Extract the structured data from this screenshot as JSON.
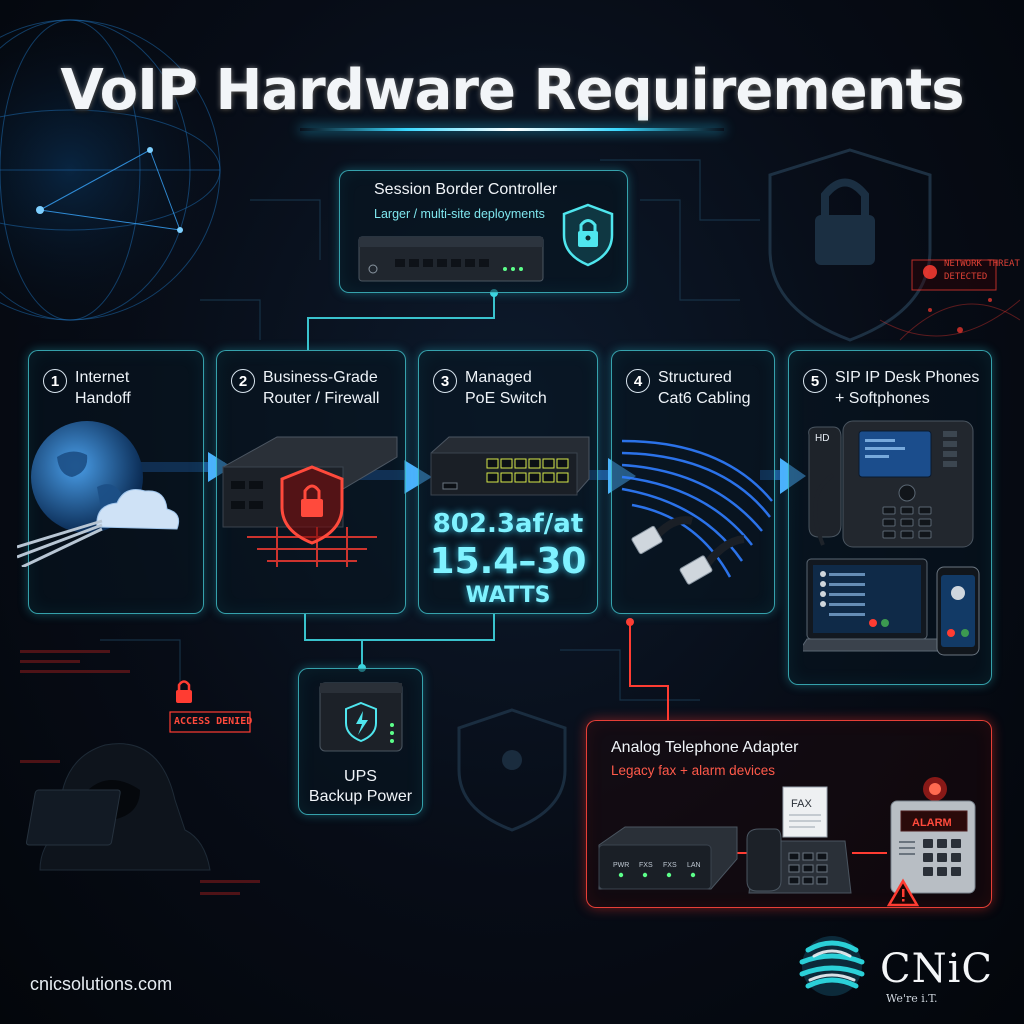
{
  "title": "VoIP Hardware Requirements",
  "sbc": {
    "title": "Session Border Controller",
    "subtitle": "Larger / multi-site deployments"
  },
  "steps": [
    {
      "number": "1",
      "label": "Internet\nHandoff"
    },
    {
      "number": "2",
      "label": "Business-Grade\nRouter / Firewall"
    },
    {
      "number": "3",
      "label": "Managed\nPoE Switch"
    },
    {
      "number": "4",
      "label": "Structured\nCat6 Cabling"
    },
    {
      "number": "5",
      "label": "SIP IP Desk Phones\n+ Softphones"
    }
  ],
  "poe": {
    "standard": "802.3af/at",
    "range": "15.4–30",
    "unit": "WATTS"
  },
  "ups": {
    "line1": "UPS",
    "line2": "Backup Power"
  },
  "ata": {
    "title": "Analog Telephone Adapter",
    "subtitle": "Legacy fax + alarm devices",
    "device_leds": [
      "PWR",
      "FXS",
      "FXS",
      "LAN"
    ],
    "fax_label": "FAX",
    "alarm_label": "ALARM"
  },
  "phone_badge": "HD",
  "decor": {
    "threat": "NETWORK THREAT\nDETECTED",
    "access_denied": "ACCESS DENIED"
  },
  "footer": {
    "url": "cnicsolutions.com",
    "brand": "CNiC",
    "tagline": "We're i.T."
  },
  "colors": {
    "accent": "#46d2dc",
    "flow_arrow": "#2f8dff",
    "alert": "#ff463c",
    "poe_text": "#7ff2ff"
  }
}
